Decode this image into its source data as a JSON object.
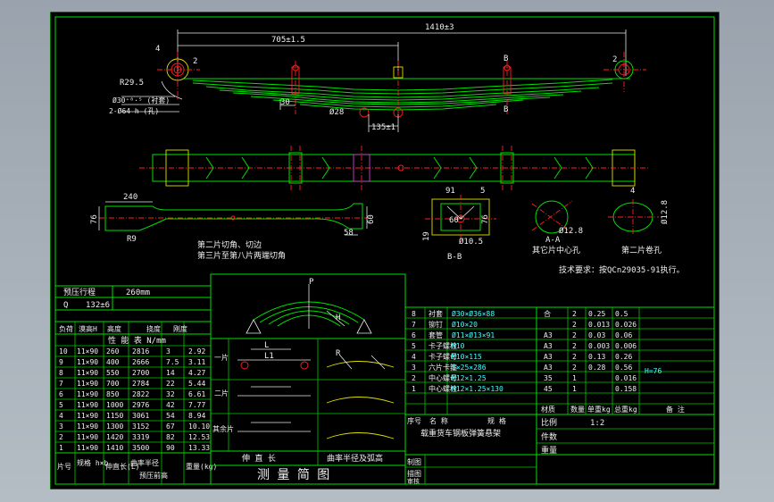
{
  "drawing": {
    "dims": {
      "overall": "1410±3",
      "half": "705±1.5",
      "d4a": "4",
      "d2a": "2",
      "d2b": "2",
      "r295": "R29.5",
      "hole1": "Ø30⁺⁰·⁵ (衬套)",
      "hole2": "2-Ø64 h (孔)",
      "d30": "30",
      "d28": "Ø28",
      "d135": "135±1",
      "secB1": "B",
      "secB2": "B",
      "d240": "240",
      "d76": "76",
      "r9": "R9",
      "d60": "60",
      "d58": "58",
      "d91": "91",
      "d5": "5",
      "d60deg": "60°",
      "d76b": "76",
      "d105": "Ø10.5",
      "d19": "19",
      "d4b": "4",
      "d128a": "Ø12.8",
      "d128b": "Ø12.8",
      "lblBB": "B-B",
      "lblAA": "A-A",
      "lblAA2": "其它片中心孔",
      "lbl2": "第二片卷孔",
      "note1": "第二片切角、切边",
      "note2": "第三片至第八片两端切角",
      "tech": "技术要求：按QCn29035-91执行。"
    },
    "left_table": {
      "r1_label": "预压行程",
      "r1_value": "260mm",
      "r2_label": "Q",
      "r2_value": "132±6",
      "hdr": [
        "负荷",
        "漠高H",
        "高度",
        "挠度",
        "刚度"
      ],
      "hdr2": "性 能 表     N/mm",
      "rows": [
        [
          "10",
          "11×90",
          "260",
          "2816",
          "3",
          "2.92"
        ],
        [
          "9",
          "11×90",
          "400",
          "2666",
          "7.5",
          "3.11"
        ],
        [
          "8",
          "11×90",
          "550",
          "2700",
          "14",
          "4.27"
        ],
        [
          "7",
          "11×90",
          "700",
          "2784",
          "22",
          "5.44"
        ],
        [
          "6",
          "11×90",
          "850",
          "2822",
          "32",
          "6.61"
        ],
        [
          "5",
          "11×90",
          "1000",
          "2976",
          "42",
          "7.77"
        ],
        [
          "4",
          "11×90",
          "1150",
          "3061",
          "54",
          "8.94"
        ],
        [
          "3",
          "11×90",
          "1300",
          "3152",
          "67",
          "10.10"
        ],
        [
          "2",
          "11×90",
          "1420",
          "3319",
          "82",
          "12.53"
        ],
        [
          "1",
          "11×90",
          "1410",
          "3500",
          "90",
          "13.33"
        ]
      ],
      "foot1": [
        "片号",
        "规格 h×b",
        "伸直长(L)",
        "曲率半径",
        "预压前高",
        "重量(kg)"
      ]
    },
    "mid_table": {
      "lbl_p": "P",
      "lbl_h": "H",
      "lbl_l": "L",
      "lbl_l1": "L1",
      "lbl_r": "R",
      "row_lbl": [
        "一片",
        "二片",
        "其余片"
      ],
      "foot_a": "伸 直 长",
      "foot_b": "曲率半径及弧高",
      "title": "测 量 简 图"
    },
    "parts": {
      "rows": [
        [
          "8",
          "衬套",
          "Ø30×Ø36×88",
          "合",
          "2",
          "0.25",
          "0.5"
        ],
        [
          "7",
          "铆钉",
          "Ø10×20",
          "",
          "2",
          "0.013",
          "0.026"
        ],
        [
          "6",
          "套管",
          "Ø11×Ø13×91",
          "A3",
          "2",
          "0.03",
          "0.06"
        ],
        [
          "5",
          "卡子螺栓",
          "M10",
          "A3",
          "2",
          "0.003",
          "0.006"
        ],
        [
          "4",
          "卡子螺母",
          "M10×115",
          "A3",
          "2",
          "0.13",
          "0.26"
        ],
        [
          "3",
          "六片卡箍",
          "5×25×286",
          "A3",
          "2",
          "0.28",
          "0.56"
        ],
        [
          "2",
          "中心螺母",
          "M12×1.25",
          "35",
          "1",
          "",
          "0.016"
        ],
        [
          "1",
          "中心螺栓",
          "M12×1.25×130",
          "45",
          "1",
          "",
          "0.158"
        ]
      ],
      "extra": "H=76",
      "hdr": [
        "序号",
        "名 称",
        "规 格",
        "材质",
        "数量",
        "单重kg",
        "总重kg",
        "备 注"
      ],
      "product": "载重货车钢板弹簧悬架",
      "scale_lbl": "比例",
      "scale_val": "1:2",
      "sheet_lbl": "件数",
      "weight_lbl": "重量",
      "sig": [
        "制图",
        "描图",
        "审核"
      ]
    }
  }
}
